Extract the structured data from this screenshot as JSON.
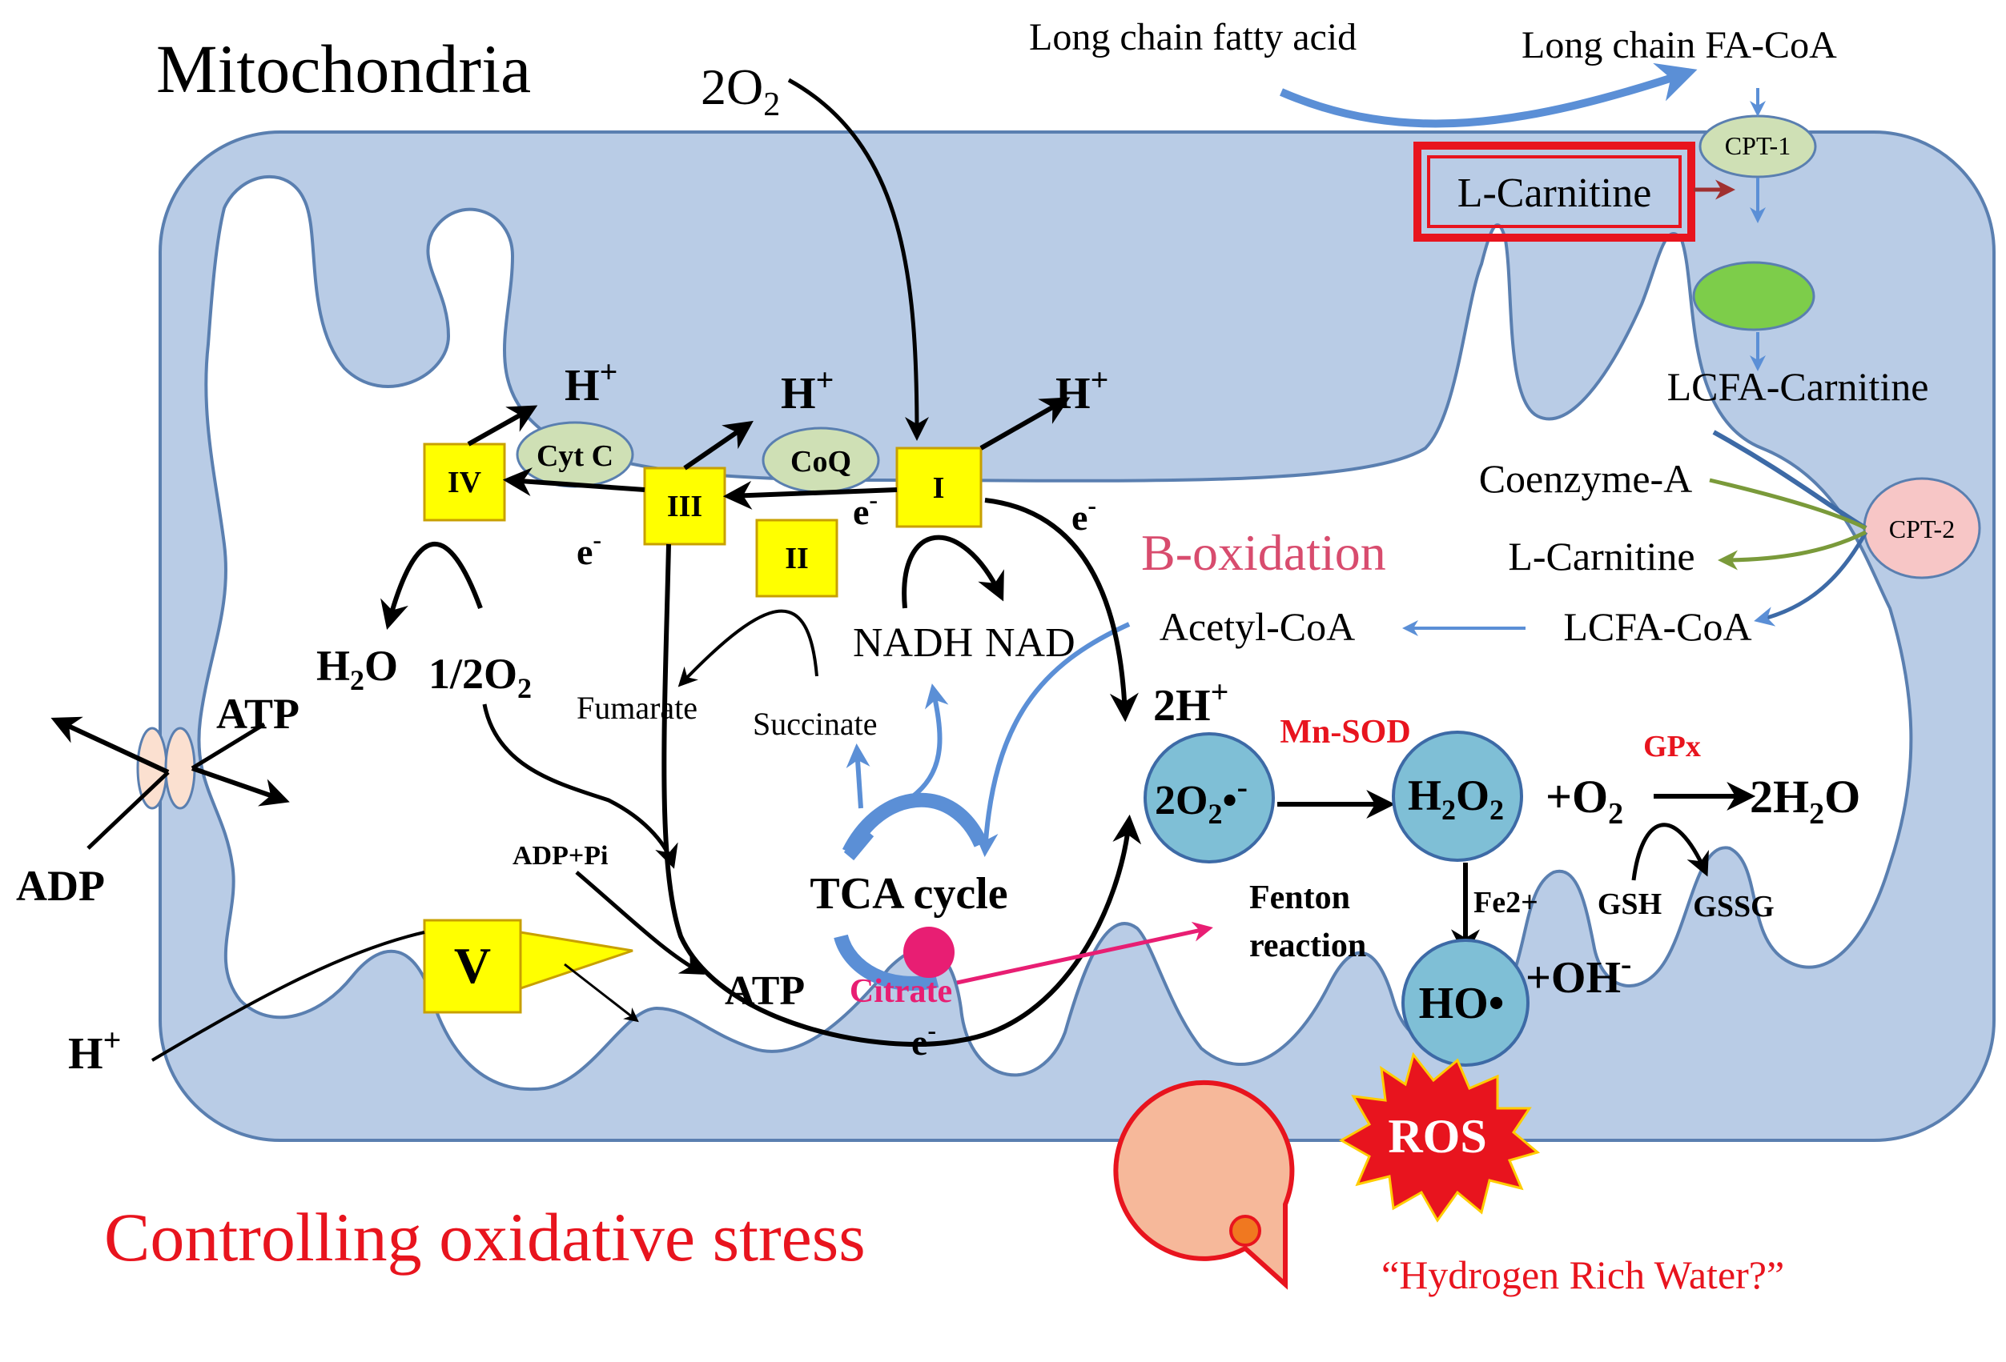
{
  "title": "Mitochondria",
  "footer": "Controlling oxidative stress",
  "hrw_label": "“Hydrogen Rich Water?”",
  "colors": {
    "matrix": "#b9cce6",
    "membrane": "#5a7fb0",
    "complex": "#ffff00",
    "accent_red": "#e8141e",
    "pink": "#e81e73",
    "bubble": "#7fbfd6",
    "flow_blue": "#5b8fd6",
    "flow_green": "#7a9a3a"
  },
  "fatty": {
    "lcfa": "Long chain fatty acid",
    "lcfa_coa_top": "Long chain FA-CoA",
    "cpt1": "CPT-1",
    "lcarnitine_box": "L-Carnitine",
    "lcfa_carnitine": "LCFA-Carnitine",
    "coenzyme_a": "Coenzyme-A",
    "lcarnitine2": "L-Carnitine",
    "lcfa_coa": "LCFA-CoA",
    "cpt2": "CPT-2",
    "acetyl_coa": "Acetyl-CoA",
    "b_oxidation": "B-oxidation"
  },
  "etc": {
    "o2_in": "2O",
    "o2_sub": "2",
    "hplus": "H",
    "plus": "+",
    "complex_1": "I",
    "complex_2": "II",
    "complex_3": "III",
    "complex_4": "IV",
    "complex_5": "V",
    "cyt_c": "Cyt C",
    "coq": "CoQ",
    "e": "e",
    "minus": "-",
    "h2o": "H",
    "h2o_sub": "2",
    "h2o_o": "O",
    "half_o2": "1/2O",
    "half_o2_sub": "2",
    "fumarate": "Fumarate",
    "succinate": "Succinate",
    "nadh": "NADH",
    "nad": "NAD",
    "tca": "TCA cycle",
    "citrate": "Citrate",
    "atp": "ATP",
    "adp": "ADP",
    "adp_pi": "ADP+Pi"
  },
  "ros": {
    "two_h": "2H",
    "two_h_plus": "+",
    "superoxide": "2O",
    "superoxide_sub": "2",
    "superoxide_dot": "•",
    "superoxide_minus": "-",
    "mn_sod": "Mn-SOD",
    "h2o2_h": "H",
    "h2o2_sub1": "2",
    "h2o2_o": "O",
    "h2o2_sub2": "2",
    "plus_o2": "+O",
    "plus_o2_sub": "2",
    "gpx": "GPx",
    "two_h2o": "2H",
    "two_h2o_sub": "2",
    "two_h2o_o": "O",
    "gsh": "GSH",
    "gssg": "GSSG",
    "fe2": "Fe2+",
    "fenton1": "Fenton",
    "fenton2": "reaction",
    "hydroxyl": "HO•",
    "oh": "+OH",
    "oh_minus": "-",
    "ros": "ROS"
  }
}
